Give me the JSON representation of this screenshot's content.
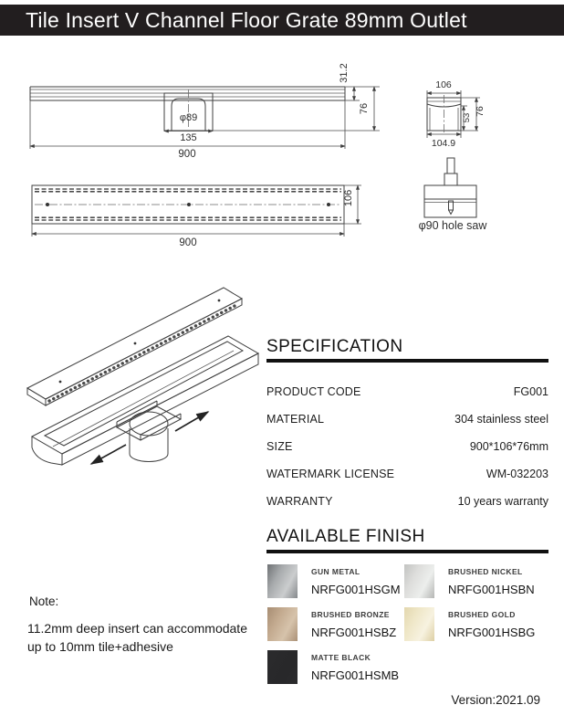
{
  "header": {
    "title": "Tile Insert V Channel Floor Grate 89mm Outlet"
  },
  "drawings": {
    "side_view": {
      "total_length": "900",
      "outlet_width": "135",
      "outlet_diameter": "φ89",
      "grate_height": "31.2",
      "body_height": "76"
    },
    "top_view": {
      "length": "900",
      "width": "106"
    },
    "cross_section": {
      "top_width": "106",
      "bottom_width": "104.9",
      "inner_depth": "53",
      "height": "76"
    },
    "hole_saw": {
      "caption": "φ90 hole saw"
    }
  },
  "specification": {
    "heading": "SPECIFICATION",
    "rows": [
      {
        "label": "PRODUCT CODE",
        "value": "FG001"
      },
      {
        "label": "MATERIAL",
        "value": "304 stainless steel"
      },
      {
        "label": "SIZE",
        "value": "900*106*76mm"
      },
      {
        "label": "WATERMARK LICENSE",
        "value": "WM-032203"
      },
      {
        "label": "WARRANTY",
        "value": "10 years warranty"
      }
    ]
  },
  "available_finish": {
    "heading": "AVAILABLE FINISH",
    "finishes": [
      {
        "name": "GUN METAL",
        "code": "NRFG001HSGM",
        "colors": [
          "#6e7174",
          "#a7aaac",
          "#cbcdce",
          "#85888b"
        ]
      },
      {
        "name": "BRUSHED NICKEL",
        "code": "NRFG001HSBN",
        "colors": [
          "#c2c3c1",
          "#dddddb",
          "#eceeec",
          "#b5b6b4"
        ]
      },
      {
        "name": "BRUSHED BRONZE",
        "code": "NRFG001HSBZ",
        "colors": [
          "#a78d73",
          "#c3aa8f",
          "#d6c3ab",
          "#ab9177"
        ]
      },
      {
        "name": "BRUSHED GOLD",
        "code": "NRFG001HSBG",
        "colors": [
          "#e3d7ae",
          "#efe7c8",
          "#f7f2e0",
          "#ddcfa4"
        ]
      },
      {
        "name": "MATTE BLACK",
        "code": "NRFG001HSMB",
        "colors": [
          "#2b2b2d",
          "#29292b",
          "#28282a",
          "#2b2b2d"
        ]
      }
    ]
  },
  "note": {
    "label": "Note:",
    "lines": [
      "11.2mm deep insert can accommodate",
      "up to 10mm tile+adhesive"
    ]
  },
  "footer": {
    "version": "Version:2021.09"
  }
}
